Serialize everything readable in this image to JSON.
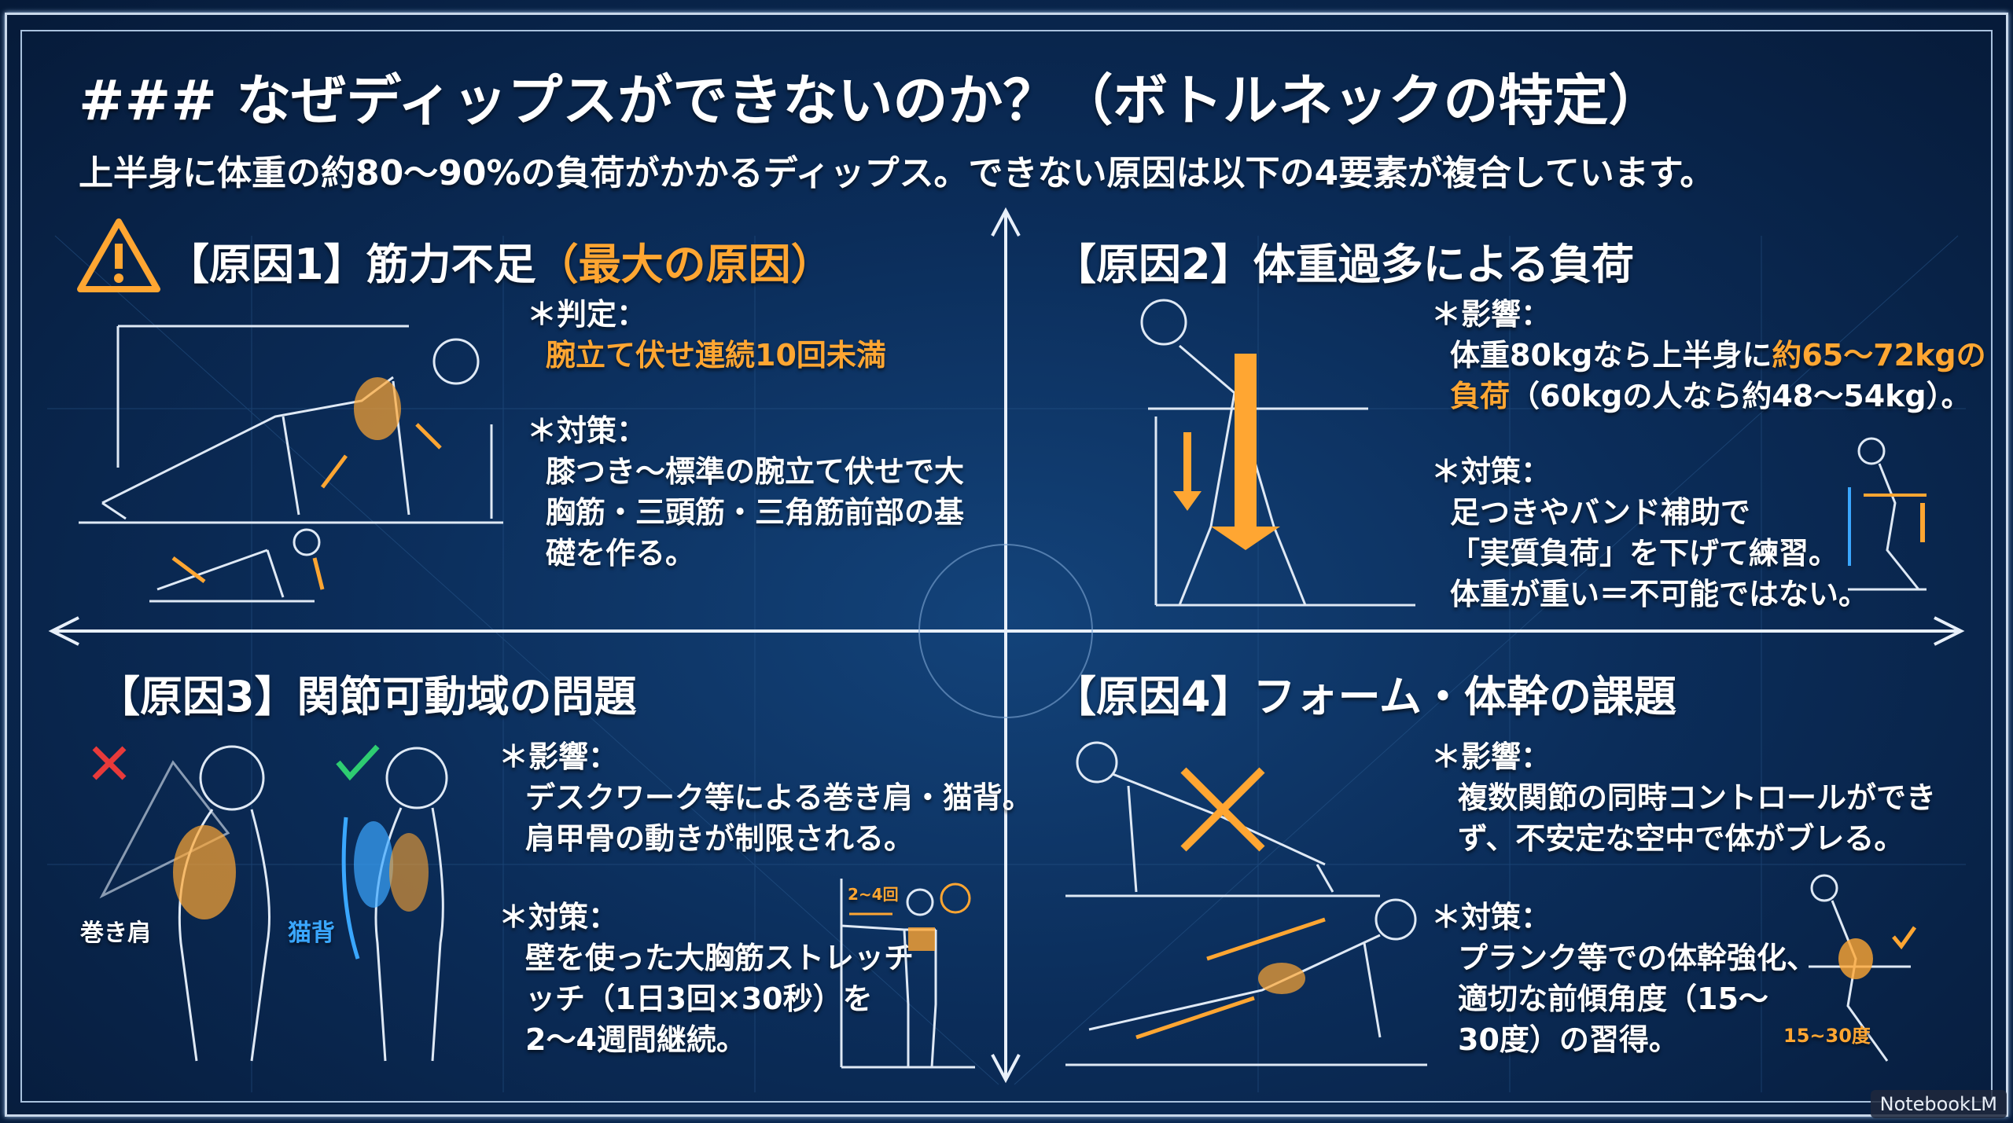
{
  "title": "### なぜディップスができないのか？（ボトルネックの特定）",
  "subtitle": "上半身に体重の約80〜90%の負荷がかかるディップス。できない原因は以下の4要素が複合しています。",
  "causes": [
    {
      "heading": "【原因1】筋力不足",
      "heading_highlight": "（最大の原因）",
      "icon": "warning-icon",
      "section1_label": "＊判定：",
      "section1_lines": [
        "腕立て伏せ連続10回未満"
      ],
      "section2_label": "＊対策：",
      "section2_lines": [
        "膝つき〜標準の腕立て伏せで大",
        "胸筋・三頭筋・三角筋前部の基",
        "礎を作る。"
      ]
    },
    {
      "heading": "【原因2】体重過多による負荷",
      "section1_label": "＊影響：",
      "section1_line1_plain": "体重80kgなら上半身に",
      "section1_line1_highlight": "約65〜72kgの",
      "section1_line2_highlight": "負荷",
      "section1_line2_plain": "（60kgの人なら約48〜54kg）。",
      "section2_label": "＊対策：",
      "section2_lines": [
        "足つきやバンド補助で",
        "「実質負荷」を下げて練習。",
        "体重が重い＝不可能ではない。"
      ]
    },
    {
      "heading": "【原因3】関節可動域の問題",
      "section1_label": "＊影響：",
      "section1_lines": [
        "デスクワーク等による巻き肩・猫背。",
        "肩甲骨の動きが制限される。"
      ],
      "section2_label": "＊対策：",
      "section2_lines": [
        "壁を使った大胸筋ストレッチ",
        "ッチ（1日3回×30秒）を",
        "2〜4週間継続。"
      ],
      "figure_labels": {
        "bad": "巻き肩",
        "good": "猫背",
        "reps": "2~4回"
      }
    },
    {
      "heading": "【原因4】フォーム・体幹の課題",
      "section1_label": "＊影響：",
      "section1_lines": [
        "複数関節の同時コントロールができ",
        "ず、不安定な空中で体がブレる。"
      ],
      "section2_label": "＊対策：",
      "section2_lines": [
        "プランク等での体幹強化、",
        "適切な前傾角度（15〜",
        "30度）の習得。"
      ],
      "figure_labels": {
        "angle": "15~30度"
      }
    }
  ],
  "badge": "NotebookLM",
  "colors": {
    "background": "#0b2d5a",
    "accent": "#ffa632",
    "blue": "#3aa7ff",
    "bad": "#e83a3a",
    "good": "#2ecc71"
  }
}
